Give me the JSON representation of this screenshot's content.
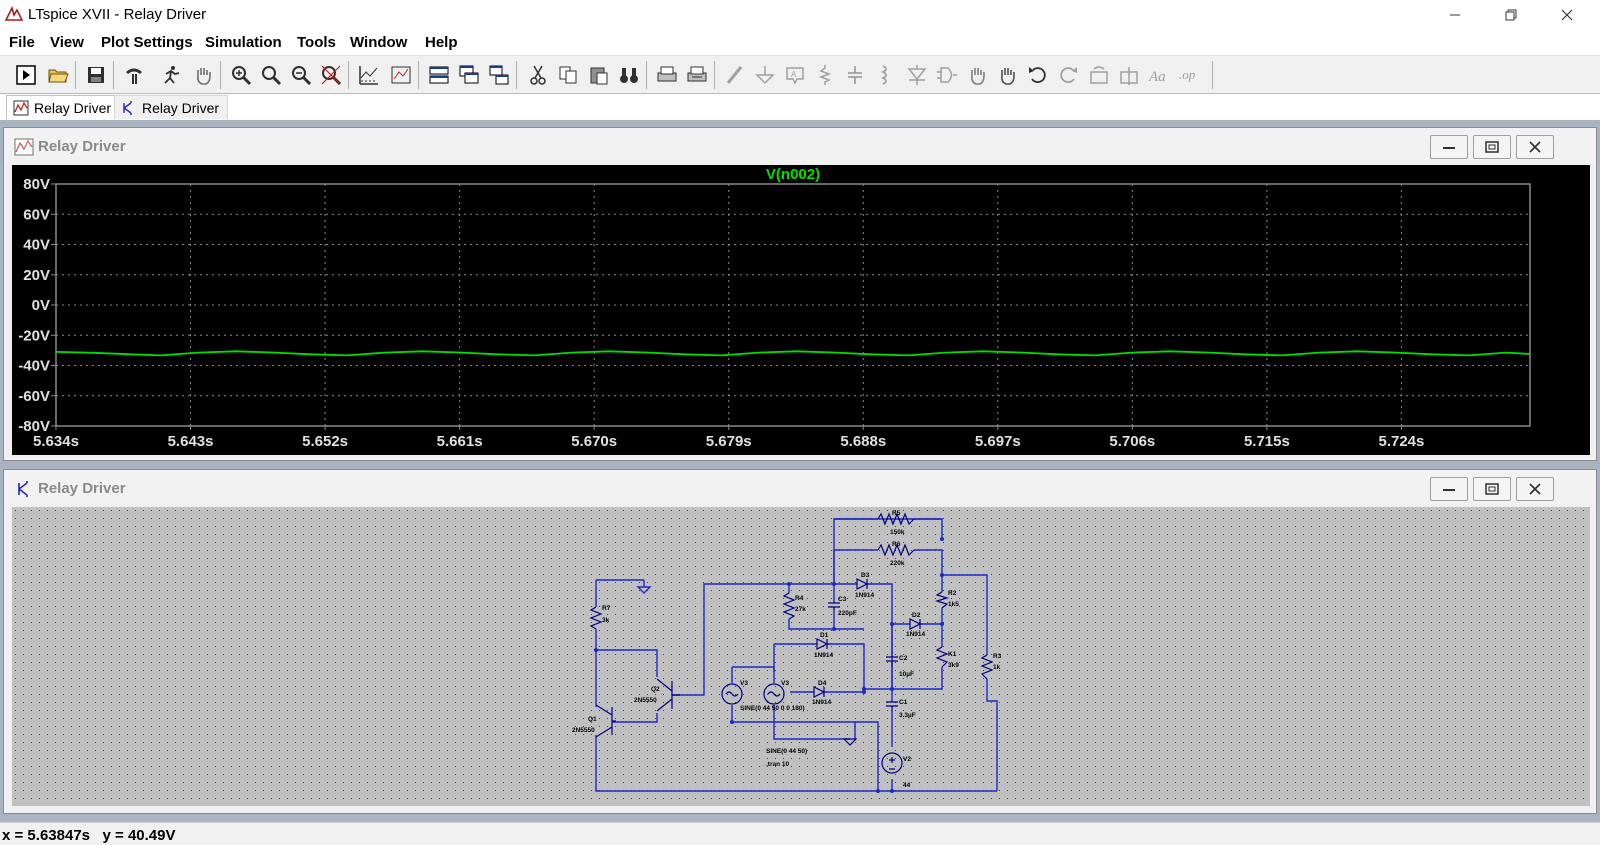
{
  "app": {
    "title": "LTspice XVII - Relay Driver"
  },
  "menu": [
    "File",
    "View",
    "Plot Settings",
    "Simulation",
    "Tools",
    "Window",
    "Help"
  ],
  "toolbar_icons": [
    "run-icon",
    "open-icon",
    "save-icon",
    "control-panel-icon",
    "halt-icon",
    "pan-icon",
    "zoom-area-icon",
    "zoom-in-icon",
    "zoom-out-icon",
    "zoom-fit-icon",
    "autorange-icon",
    "plot-settings-icon",
    "tile-horizontal-icon",
    "cascade-icon",
    "tile-vertical-icon",
    "cut-icon",
    "copy-icon",
    "paste-icon",
    "find-icon",
    "print-icon",
    "print-setup-icon",
    "wire-icon",
    "ground-icon",
    "label-net-icon",
    "resistor-icon",
    "capacitor-icon",
    "inductor-icon",
    "diode-icon",
    "component-icon",
    "move-icon",
    "drag-icon",
    "undo-icon",
    "redo-icon",
    "rotate-icon",
    "mirror-icon",
    "text-icon",
    "spice-directive-icon"
  ],
  "tabs": [
    {
      "label": "Relay Driver",
      "kind": "waveform"
    },
    {
      "label": "Relay Driver",
      "kind": "schematic"
    }
  ],
  "plot_window": {
    "title": "Relay Driver"
  },
  "schematic_window": {
    "title": "Relay Driver"
  },
  "colors": {
    "trace": "#00e000",
    "plot_bg": "#000000",
    "grid": "#8a8a8a",
    "axis_text": "#e0e0e0",
    "schem_bg": "#c0c0c0",
    "wire": "#1e28c8",
    "component": "#000080"
  },
  "chart_data": {
    "type": "line",
    "title": "V(n002)",
    "xlabel": "",
    "ylabel": "",
    "x_ticks": [
      "5.634s",
      "5.643s",
      "5.652s",
      "5.661s",
      "5.670s",
      "5.679s",
      "5.688s",
      "5.697s",
      "5.706s",
      "5.715s",
      "5.724s"
    ],
    "y_ticks": [
      "80V",
      "60V",
      "40V",
      "20V",
      "0V",
      "-20V",
      "-40V",
      "-60V",
      "-80V"
    ],
    "xlim": [
      5.634,
      5.7326
    ],
    "ylim": [
      -80,
      80
    ],
    "grid": true,
    "series": [
      {
        "name": "V(n002)",
        "x": [
          5.634,
          5.6365,
          5.639,
          5.641,
          5.6435,
          5.646,
          5.6485,
          5.651,
          5.6535,
          5.656,
          5.6585,
          5.661,
          5.6635,
          5.666,
          5.6685,
          5.671,
          5.6735,
          5.676,
          5.6785,
          5.681,
          5.6835,
          5.686,
          5.6885,
          5.691,
          5.6935,
          5.696,
          5.6985,
          5.701,
          5.7035,
          5.706,
          5.7085,
          5.711,
          5.7135,
          5.716,
          5.7185,
          5.721,
          5.7235,
          5.726,
          5.7285,
          5.731,
          5.7326
        ],
        "y": [
          -31.0,
          -31.6,
          -32.6,
          -33.3,
          -31.5,
          -30.6,
          -31.4,
          -32.6,
          -33.3,
          -31.5,
          -30.6,
          -31.4,
          -32.6,
          -33.3,
          -31.5,
          -30.6,
          -31.4,
          -32.6,
          -33.3,
          -31.5,
          -30.6,
          -31.4,
          -32.6,
          -33.3,
          -31.5,
          -30.6,
          -31.4,
          -32.6,
          -33.3,
          -31.5,
          -30.6,
          -31.4,
          -32.6,
          -33.3,
          -31.5,
          -30.6,
          -31.4,
          -32.6,
          -33.3,
          -31.5,
          -32.4
        ]
      }
    ]
  },
  "schematic": {
    "labels": {
      "R5": "R5",
      "R5v": "150k",
      "R6": "R6",
      "R6v": "220k",
      "R4": "R4",
      "R4v": "27k",
      "C3": "C3",
      "C3v": "220pF",
      "D3": "D3",
      "D3v": "1N914",
      "R2": "R2",
      "R2v": "1k5",
      "D2": "D2",
      "D2v": "1N914",
      "R7": "R7",
      "R7v": "3k",
      "D1": "D1",
      "D1v": "1N914",
      "C2": "C2",
      "C2v": "10µF",
      "K1": "K1",
      "K1v": "3k9",
      "R3": "R3",
      "R3v": "1k",
      "Q2": "Q2",
      "Q2v": "2N5550",
      "V3a": "V3",
      "V3b": "V3",
      "D4": "D4",
      "D4v": "1N914",
      "C1": "C1",
      "C1v": "3.3µF",
      "Q1": "Q1",
      "Q1v": "2N5550",
      "sine1": "SINE(0 44 50 0 0 180)",
      "sine2": "SINE(0 44 50)",
      "tran": ".tran 10",
      "V2": "V2",
      "V2v": "44"
    }
  },
  "status": {
    "text": "x = 5.63847s   y = 40.49V"
  }
}
